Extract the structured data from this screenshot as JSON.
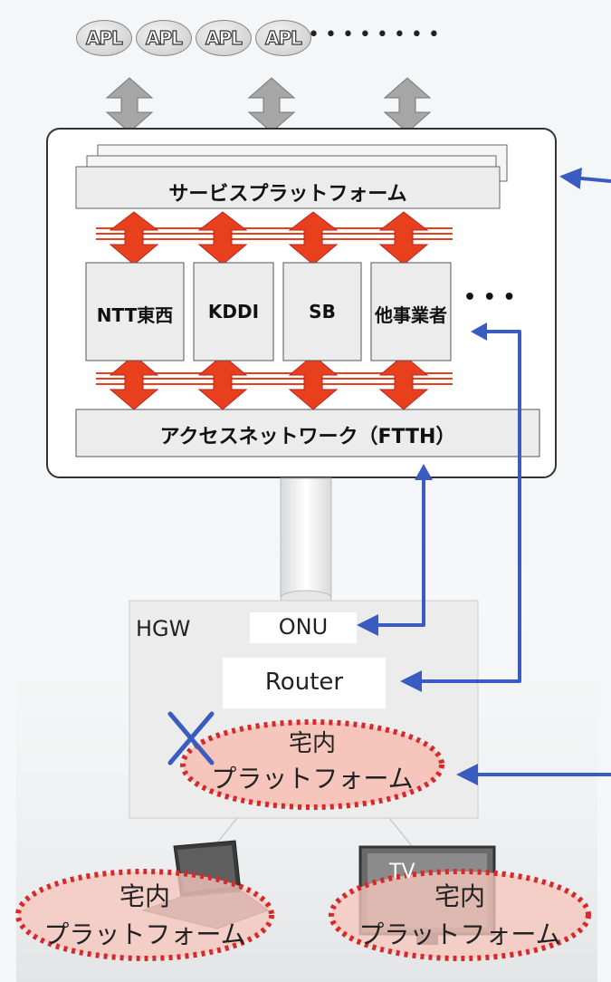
{
  "apl": {
    "labels": [
      "APL",
      "APL",
      "APL",
      "APL"
    ],
    "ellipsis": "••••••••"
  },
  "service_platform": "サービスプラットフォーム",
  "carriers": [
    "NTT東西",
    "KDDI",
    "SB",
    "他事業者"
  ],
  "carriers_ellipsis": "• • •",
  "access_network": "アクセスネットワーク（FTTH）",
  "hgw": {
    "label": "HGW",
    "onu": "ONU",
    "router": "Router",
    "home_platform_line1": "宅内",
    "home_platform_line2": "プラットフォーム"
  },
  "devices": [
    {
      "name": "laptop",
      "line1": "宅内",
      "line2": "プラットフォーム"
    },
    {
      "name": "tv",
      "tv_label": "TV",
      "line1": "宅内",
      "line2": "プラットフォーム"
    }
  ],
  "colors": {
    "gray_arrow": "#a6a6a6",
    "red_arrow": "#e8401c",
    "blue_arrow": "#3a5bbf",
    "red_dotted": "#d62a2a",
    "pink_fill": "#f6c6bd"
  }
}
